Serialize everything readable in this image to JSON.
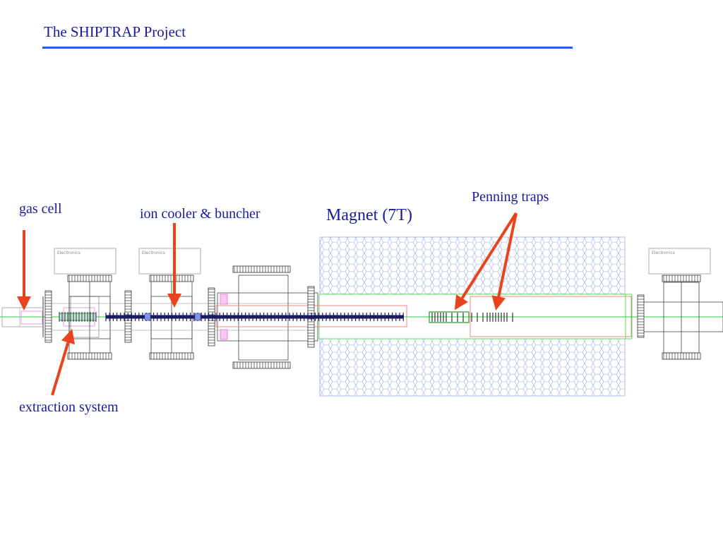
{
  "title": "The SHIPTRAP Project",
  "labels": {
    "gas_cell": "gas cell",
    "ion_cooler": "ion cooler & buncher",
    "magnet": "Magnet (7T)",
    "penning_traps": "Penning traps",
    "extraction": "extraction system"
  },
  "electronics_text": "Electronics",
  "colors": {
    "title_text": "#1a1aa0",
    "title_rule": "#1f5fe0",
    "arrow": "#e8431c",
    "beam_line": "#2ecc40",
    "magnet_hex": "#9aa8e0",
    "trap_box": "#e88888",
    "rod_dark": "#1a1a60",
    "pink": "#f080e0"
  }
}
